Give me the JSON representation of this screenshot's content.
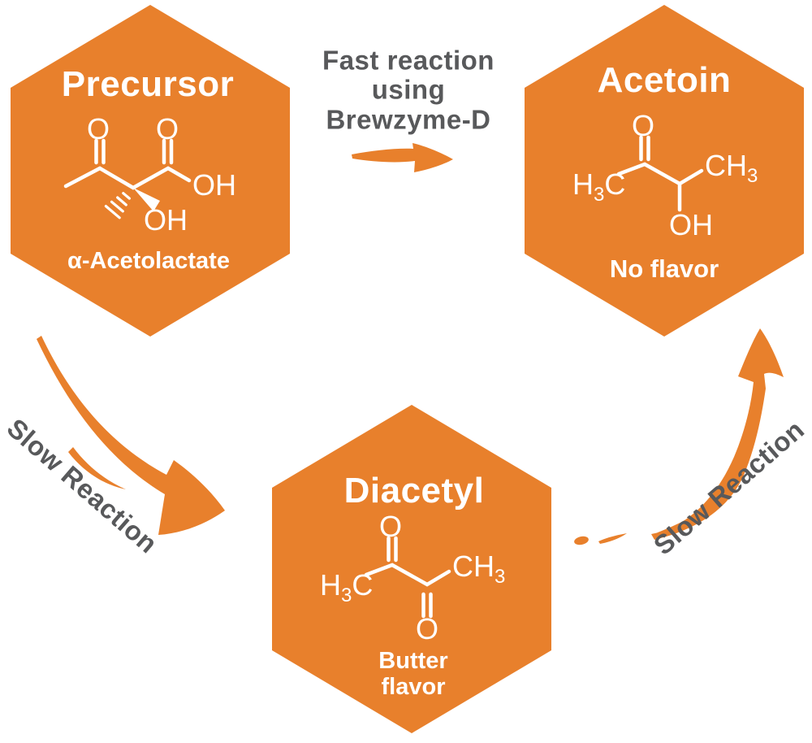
{
  "colors": {
    "orange": "#E8802C",
    "gray": "#58595B",
    "white": "#FFFFFF"
  },
  "hexagons": {
    "precursor": {
      "title": "Precursor",
      "caption": "α-Acetolactate",
      "atoms": {
        "o_left": "O",
        "o_right": "O",
        "oh_acid": "OH",
        "oh_hydroxyl": "OH"
      }
    },
    "acetoin": {
      "title": "Acetoin",
      "caption": "No flavor",
      "atoms": {
        "o": "O",
        "oh": "OH",
        "h3c": {
          "h": "H",
          "sub": "3",
          "c": "C"
        },
        "ch3": {
          "c": "C",
          "h": "H",
          "sub": "3"
        }
      }
    },
    "diacetyl": {
      "title": "Diacetyl",
      "caption_line1": "Butter",
      "caption_line2": "flavor",
      "atoms": {
        "o_top": "O",
        "o_bottom": "O",
        "h3c": {
          "h": "H",
          "sub": "3",
          "c": "C"
        },
        "ch3": {
          "c": "C",
          "h": "H",
          "sub": "3"
        }
      }
    }
  },
  "labels": {
    "fast_reaction_line1": "Fast reaction",
    "fast_reaction_line2": "using",
    "fast_reaction_line3": "Brewzyme-D",
    "slow_reaction_left": "Slow Reaction",
    "slow_reaction_right": "Slow Reaction"
  }
}
